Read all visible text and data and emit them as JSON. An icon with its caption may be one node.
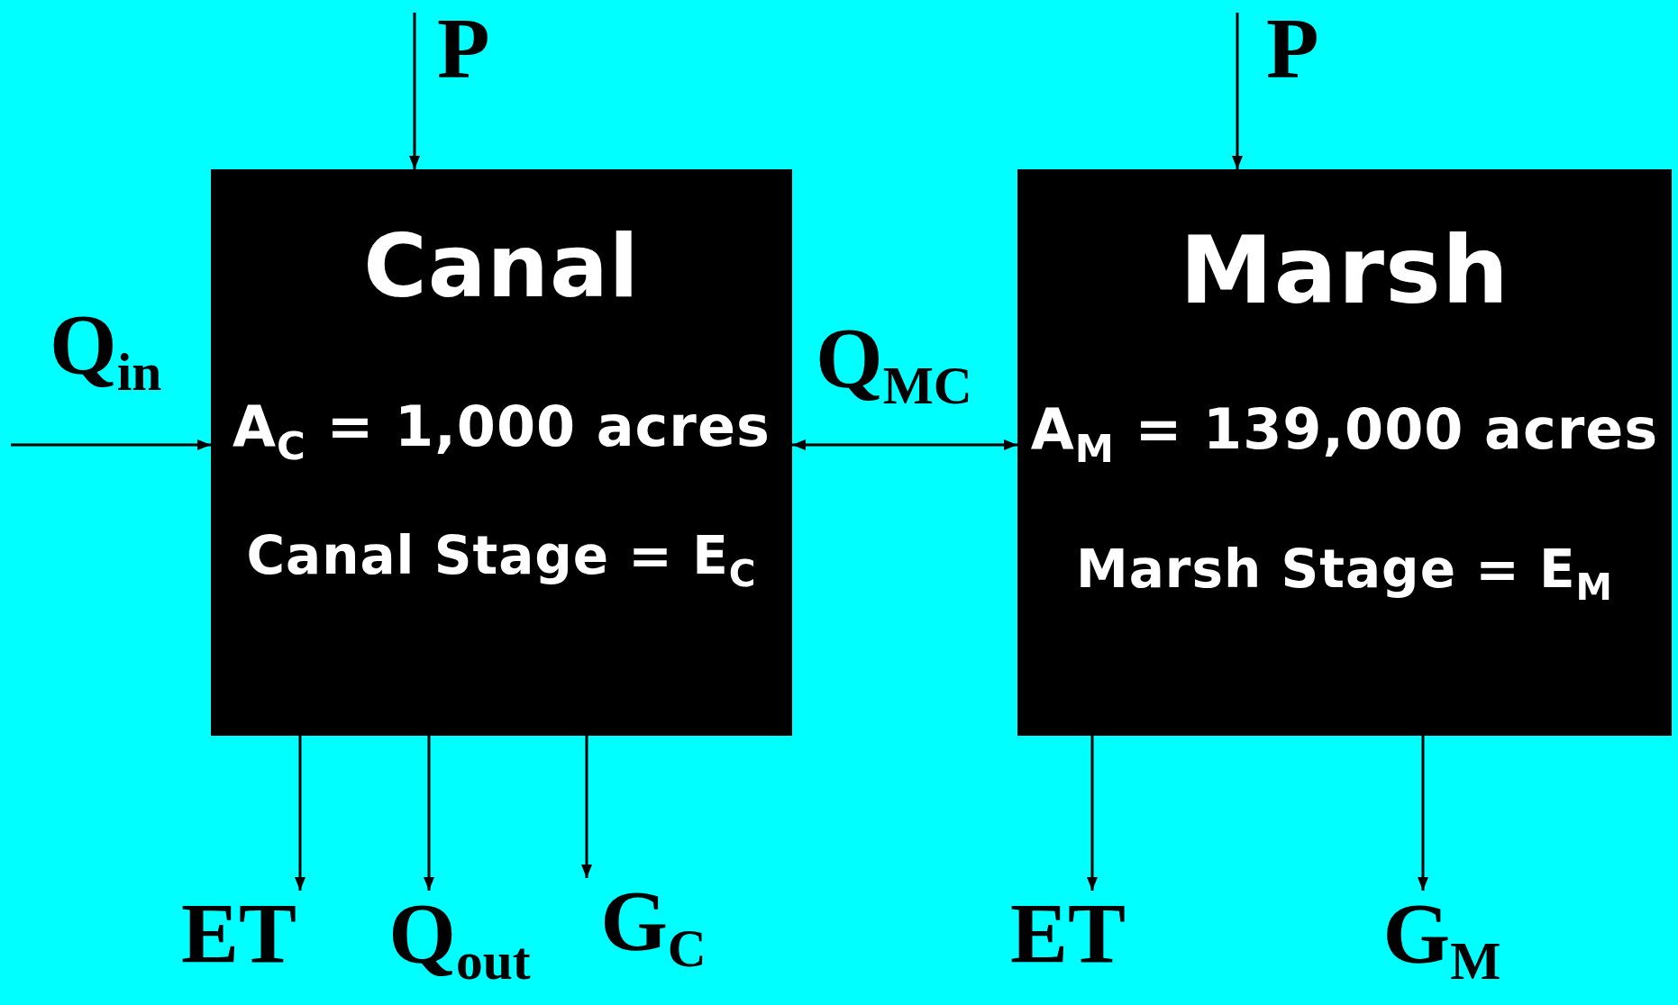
{
  "diagram": {
    "nodes": [
      {
        "text": [
          "Canal",
          "A$_{C}$ = 1,000 acres",
          "Canal Stage = E$_{C}$"
        ]
      },
      {
        "text": [
          "Marsh",
          "A$_{M}$ = 139,000 acres",
          "Marsh Stage = E$_{M}$"
        ]
      },
      {
        "text": [
          "ET"
        ]
      },
      {
        "text": [
          "Q$_{out}$"
        ]
      },
      {
        "text": [
          "G$_{C}$"
        ]
      },
      {
        "text": [
          "ET"
        ]
      },
      {
        "text": [
          "G$_{M}$"
        ]
      }
    ],
    "edges": [
      {
        "from": null,
        "to": 0,
        "arrow": "to",
        "label": "P"
      },
      {
        "from": null,
        "to": 1,
        "arrow": "to",
        "label": "P"
      },
      {
        "from": null,
        "to": 0,
        "arrow": "to",
        "label": "Q$_{in}$"
      },
      {
        "from": 0,
        "to": 1,
        "arrow": "both",
        "label": "Q$_{MC}$"
      },
      {
        "from": 0,
        "to": 2,
        "arrow": "to"
      },
      {
        "from": 0,
        "to": 3,
        "arrow": "to"
      },
      {
        "from": 0,
        "to": 4,
        "arrow": "to"
      },
      {
        "from": 1,
        "to": 5,
        "arrow": "to"
      },
      {
        "from": 1,
        "to": 6,
        "arrow": "to"
      }
    ]
  }
}
